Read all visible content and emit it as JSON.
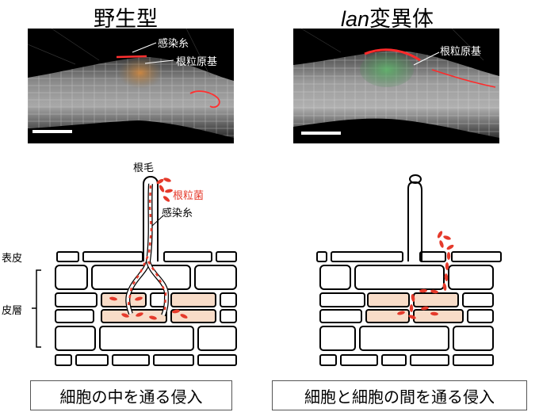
{
  "titles": {
    "wild_type": "野生型",
    "mutant_italic": "lan",
    "mutant_rest": "変異体"
  },
  "photo_labels": {
    "infection_thread": "感染糸",
    "nodule_primordium": "根粒原基"
  },
  "diagram_labels": {
    "root_hair": "根毛",
    "rhizobia": "根粒菌",
    "infection_thread": "感染糸",
    "epidermis": "表皮",
    "cortex": "皮層"
  },
  "captions": {
    "left": "細胞の中を通る侵入",
    "right": "細胞と細胞の間を通る侵入"
  },
  "colors": {
    "rhizobia": "#e53a2b",
    "cortex_cell_fill": "#f8dcc8",
    "primordium_green": "#5fb56b",
    "photo_bg": "#000000"
  }
}
